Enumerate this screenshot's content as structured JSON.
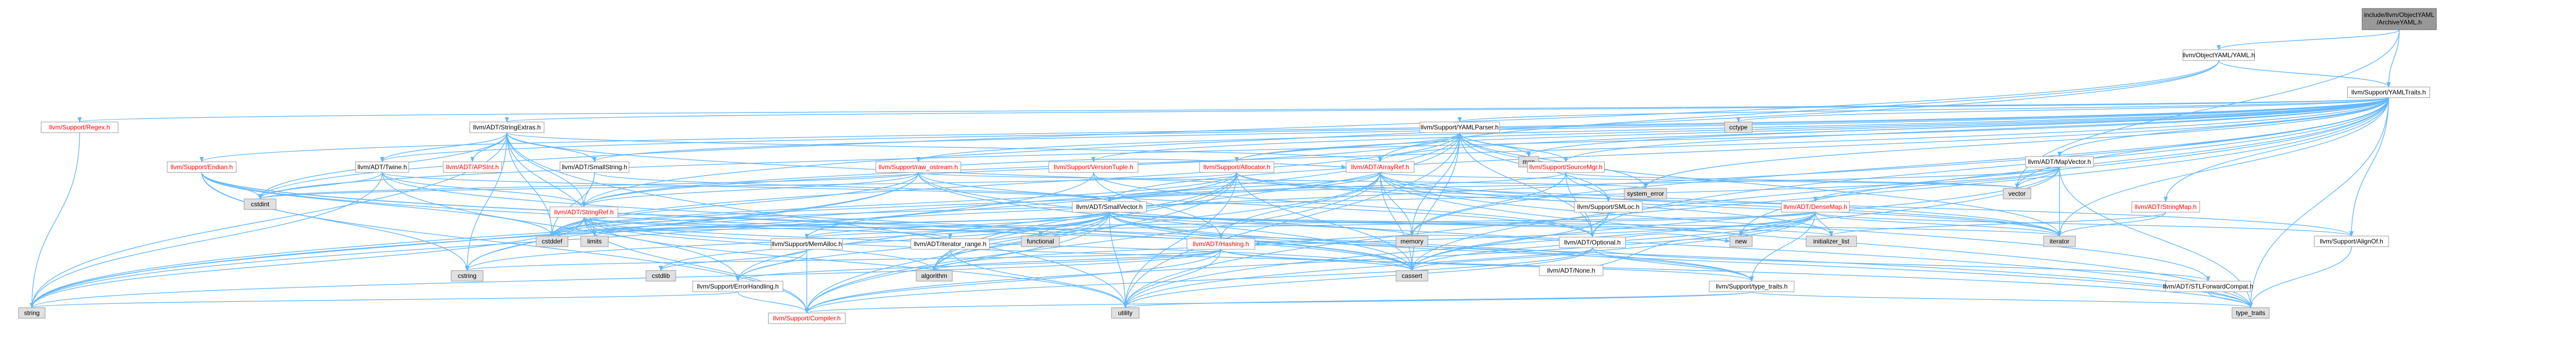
{
  "graph": {
    "colors": {
      "edge": "#63b8ff",
      "node_fill": "#ffffff",
      "node_stroke": "#999999",
      "highlight_fill": "#999999",
      "highlight_stroke": "#666666",
      "gray_fill": "#e0e0e0",
      "gray_stroke": "#999999",
      "text": "#000000",
      "red_text": "#ff0000"
    },
    "nodes": [
      {
        "id": "root",
        "label": "include/llvm/ObjectYAML/ArchiveYAML.h",
        "style": "highlight"
      },
      {
        "id": "objyaml",
        "label": "llvm/ObjectYAML/YAML.h",
        "style": "normal"
      },
      {
        "id": "yamltraits",
        "label": "llvm/Support/YAMLTraits.h",
        "style": "normal"
      },
      {
        "id": "regex",
        "label": "llvm/Support/Regex.h",
        "style": "red"
      },
      {
        "id": "strextras",
        "label": "llvm/ADT/StringExtras.h",
        "style": "normal"
      },
      {
        "id": "yamlparser",
        "label": "llvm/Support/YAMLParser.h",
        "style": "normal"
      },
      {
        "id": "cctype",
        "label": "cctype",
        "style": "gray"
      },
      {
        "id": "map",
        "label": "map",
        "style": "gray"
      },
      {
        "id": "mapvector",
        "label": "llvm/ADT/MapVector.h",
        "style": "normal"
      },
      {
        "id": "endian",
        "label": "llvm/Support/Endian.h",
        "style": "red"
      },
      {
        "id": "twine",
        "label": "llvm/ADT/Twine.h",
        "style": "normal"
      },
      {
        "id": "apsint",
        "label": "llvm/ADT/APSInt.h",
        "style": "red"
      },
      {
        "id": "smallstring",
        "label": "llvm/ADT/SmallString.h",
        "style": "normal"
      },
      {
        "id": "arrayref",
        "label": "llvm/ADT/ArrayRef.h",
        "style": "red"
      },
      {
        "id": "rawostream",
        "label": "llvm/Support/raw_ostream.h",
        "style": "red"
      },
      {
        "id": "versiontuple",
        "label": "llvm/Support/VersionTuple.h",
        "style": "red"
      },
      {
        "id": "allocator",
        "label": "llvm/Support/Allocator.h",
        "style": "red"
      },
      {
        "id": "sourcemgr",
        "label": "llvm/Support/SourceMgr.h",
        "style": "red"
      },
      {
        "id": "systemerror",
        "label": "system_error",
        "style": "gray"
      },
      {
        "id": "vector",
        "label": "vector",
        "style": "gray"
      },
      {
        "id": "densemap",
        "label": "llvm/ADT/DenseMap.h",
        "style": "red"
      },
      {
        "id": "stringmap",
        "label": "llvm/ADT/StringMap.h",
        "style": "red"
      },
      {
        "id": "cstdint",
        "label": "cstdint",
        "style": "gray"
      },
      {
        "id": "stringref",
        "label": "llvm/ADT/StringRef.h",
        "style": "red"
      },
      {
        "id": "smallvector",
        "label": "llvm/ADT/SmallVector.h",
        "style": "normal"
      },
      {
        "id": "smloc",
        "label": "llvm/Support/SMLoc.h",
        "style": "normal"
      },
      {
        "id": "optional",
        "label": "llvm/ADT/Optional.h",
        "style": "normal"
      },
      {
        "id": "limits",
        "label": "limits",
        "style": "gray"
      },
      {
        "id": "cstddef",
        "label": "cstddef",
        "style": "gray"
      },
      {
        "id": "memalloc",
        "label": "llvm/Support/MemAlloc.h",
        "style": "normal"
      },
      {
        "id": "iterrange",
        "label": "llvm/ADT/iterator_range.h",
        "style": "normal"
      },
      {
        "id": "functional",
        "label": "functional",
        "style": "gray"
      },
      {
        "id": "hashing",
        "label": "llvm/ADT/Hashing.h",
        "style": "red"
      },
      {
        "id": "memory",
        "label": "memory",
        "style": "gray"
      },
      {
        "id": "adtnone",
        "label": "llvm/ADT/None.h",
        "style": "normal"
      },
      {
        "id": "new",
        "label": "new",
        "style": "gray"
      },
      {
        "id": "initlist",
        "label": "initializer_list",
        "style": "gray"
      },
      {
        "id": "iterator",
        "label": "iterator",
        "style": "gray"
      },
      {
        "id": "alignof",
        "label": "llvm/Support/AlignOf.h",
        "style": "normal"
      },
      {
        "id": "cstring",
        "label": "cstring",
        "style": "gray"
      },
      {
        "id": "cstdlib",
        "label": "cstdlib",
        "style": "gray"
      },
      {
        "id": "algorithm",
        "label": "algorithm",
        "style": "gray"
      },
      {
        "id": "cassert",
        "label": "cassert",
        "style": "gray"
      },
      {
        "id": "typetraitsllvm",
        "label": "llvm/Support/type_traits.h",
        "style": "normal"
      },
      {
        "id": "stlfwd",
        "label": "llvm/ADT/STLForwardCompat.h",
        "style": "normal"
      },
      {
        "id": "errorhandling",
        "label": "llvm/Support/ErrorHandling.h",
        "style": "normal"
      },
      {
        "id": "string",
        "label": "string",
        "style": "gray"
      },
      {
        "id": "compiler",
        "label": "llvm/Support/Compiler.h",
        "style": "red"
      },
      {
        "id": "utility",
        "label": "utility",
        "style": "gray"
      },
      {
        "id": "typetraits",
        "label": "type_traits",
        "style": "gray"
      }
    ],
    "edges": [
      [
        "root",
        "objyaml"
      ],
      [
        "root",
        "yamltraits"
      ],
      [
        "root",
        "vector"
      ],
      [
        "objyaml",
        "yamltraits"
      ],
      [
        "objyaml",
        "stringref"
      ],
      [
        "objyaml",
        "arrayref"
      ],
      [
        "objyaml",
        "cstdint"
      ],
      [
        "yamltraits",
        "regex"
      ],
      [
        "yamltraits",
        "strextras"
      ],
      [
        "yamltraits",
        "yamlparser"
      ],
      [
        "yamltraits",
        "cctype"
      ],
      [
        "yamltraits",
        "map"
      ],
      [
        "yamltraits",
        "mapvector"
      ],
      [
        "yamltraits",
        "endian"
      ],
      [
        "yamltraits",
        "twine"
      ],
      [
        "yamltraits",
        "smallstring"
      ],
      [
        "yamltraits",
        "rawostream"
      ],
      [
        "yamltraits",
        "versiontuple"
      ],
      [
        "yamltraits",
        "allocator"
      ],
      [
        "yamltraits",
        "sourcemgr"
      ],
      [
        "yamltraits",
        "systemerror"
      ],
      [
        "yamltraits",
        "vector"
      ],
      [
        "yamltraits",
        "stringmap"
      ],
      [
        "yamltraits",
        "cstdint"
      ],
      [
        "yamltraits",
        "stringref"
      ],
      [
        "yamltraits",
        "smallvector"
      ],
      [
        "yamltraits",
        "optional"
      ],
      [
        "yamltraits",
        "memory"
      ],
      [
        "yamltraits",
        "new"
      ],
      [
        "yamltraits",
        "iterator"
      ],
      [
        "yamltraits",
        "alignof"
      ],
      [
        "yamltraits",
        "cassert"
      ],
      [
        "yamltraits",
        "string"
      ],
      [
        "yamltraits",
        "typetraits"
      ],
      [
        "yamltraits",
        "utility"
      ],
      [
        "yamltraits",
        "arrayref"
      ],
      [
        "regex",
        "string"
      ],
      [
        "strextras",
        "apsint"
      ],
      [
        "strextras",
        "arrayref"
      ],
      [
        "strextras",
        "smallstring"
      ],
      [
        "strextras",
        "stringref"
      ],
      [
        "strextras",
        "twine"
      ],
      [
        "strextras",
        "cstdint"
      ],
      [
        "strextras",
        "cstddef"
      ],
      [
        "strextras",
        "cstring"
      ],
      [
        "strextras",
        "iterator"
      ],
      [
        "strextras",
        "string"
      ],
      [
        "strextras",
        "utility"
      ],
      [
        "strextras",
        "limits"
      ],
      [
        "yamlparser",
        "smloc"
      ],
      [
        "yamlparser",
        "sourcemgr"
      ],
      [
        "yamlparser",
        "stringref"
      ],
      [
        "yamlparser",
        "allocator"
      ],
      [
        "yamlparser",
        "map"
      ],
      [
        "yamlparser",
        "optional"
      ],
      [
        "yamlparser",
        "systemerror"
      ],
      [
        "yamlparser",
        "iterator"
      ],
      [
        "yamlparser",
        "memory"
      ],
      [
        "yamlparser",
        "cstddef"
      ],
      [
        "yamlparser",
        "string"
      ],
      [
        "yamlparser",
        "utility"
      ],
      [
        "yamlparser",
        "algorithm"
      ],
      [
        "yamlparser",
        "cassert"
      ],
      [
        "mapvector",
        "densemap"
      ],
      [
        "mapvector",
        "smallvector"
      ],
      [
        "mapvector",
        "vector"
      ],
      [
        "mapvector",
        "iterator"
      ],
      [
        "mapvector",
        "cassert"
      ],
      [
        "mapvector",
        "utility"
      ],
      [
        "mapvector",
        "cstddef"
      ],
      [
        "mapvector",
        "typetraits"
      ],
      [
        "endian",
        "compiler"
      ],
      [
        "endian",
        "cassert"
      ],
      [
        "endian",
        "cstddef"
      ],
      [
        "endian",
        "cstdint"
      ],
      [
        "endian",
        "cstring"
      ],
      [
        "endian",
        "typetraits"
      ],
      [
        "endian",
        "typetraitsllvm"
      ],
      [
        "twine",
        "smallvector"
      ],
      [
        "twine",
        "stringref"
      ],
      [
        "twine",
        "errorhandling"
      ],
      [
        "twine",
        "cassert"
      ],
      [
        "twine",
        "cstdint"
      ],
      [
        "twine",
        "string"
      ],
      [
        "smallstring",
        "smallvector"
      ],
      [
        "smallstring",
        "stringref"
      ],
      [
        "smallstring",
        "cstddef"
      ],
      [
        "arrayref",
        "hashing"
      ],
      [
        "arrayref",
        "none"
      ],
      [
        "arrayref",
        "smallvector"
      ],
      [
        "arrayref",
        "stlfwd"
      ],
      [
        "arrayref",
        "compiler"
      ],
      [
        "arrayref",
        "algorithm"
      ],
      [
        "arrayref",
        "cassert"
      ],
      [
        "arrayref",
        "cstddef"
      ],
      [
        "arrayref",
        "initlist"
      ],
      [
        "arrayref",
        "iterator"
      ],
      [
        "arrayref",
        "memory"
      ],
      [
        "arrayref",
        "typetraits"
      ],
      [
        "arrayref",
        "vector"
      ],
      [
        "rawostream",
        "arrayref"
      ],
      [
        "rawostream",
        "stringref"
      ],
      [
        "rawostream",
        "optional"
      ],
      [
        "rawostream",
        "cassert"
      ],
      [
        "rawostream",
        "cstddef"
      ],
      [
        "rawostream",
        "cstdint"
      ],
      [
        "rawostream",
        "cstring"
      ],
      [
        "rawostream",
        "string"
      ],
      [
        "rawostream",
        "systemerror"
      ],
      [
        "rawostream",
        "typetraits"
      ],
      [
        "versiontuple",
        "hashing"
      ],
      [
        "versiontuple",
        "optional"
      ],
      [
        "versiontuple",
        "string"
      ],
      [
        "versiontuple",
        "tuple"
      ],
      [
        "allocator",
        "alignof"
      ],
      [
        "allocator",
        "compiler"
      ],
      [
        "allocator",
        "errorhandling"
      ],
      [
        "allocator",
        "memalloc"
      ],
      [
        "allocator",
        "algorithm"
      ],
      [
        "allocator",
        "cassert"
      ],
      [
        "allocator",
        "cstddef"
      ],
      [
        "allocator",
        "cstdint"
      ],
      [
        "allocator",
        "iterator"
      ],
      [
        "allocator",
        "utility"
      ],
      [
        "sourcemgr",
        "smloc"
      ],
      [
        "sourcemgr",
        "smallvector"
      ],
      [
        "sourcemgr",
        "optional"
      ],
      [
        "sourcemgr",
        "vector"
      ],
      [
        "sourcemgr",
        "memory"
      ],
      [
        "densemap",
        "new"
      ],
      [
        "densemap",
        "initlist"
      ],
      [
        "densemap",
        "iterator"
      ],
      [
        "densemap",
        "algorithm"
      ],
      [
        "densemap",
        "cassert"
      ],
      [
        "densemap",
        "cstddef"
      ],
      [
        "densemap",
        "utility"
      ],
      [
        "densemap",
        "alignof"
      ],
      [
        "densemap",
        "memalloc"
      ],
      [
        "densemap",
        "compiler"
      ],
      [
        "densemap",
        "typetraitsllvm"
      ],
      [
        "stringmap",
        "iterator"
      ],
      [
        "stringmap",
        "initlist"
      ],
      [
        "stringref",
        "iterrange"
      ],
      [
        "stringref",
        "compiler"
      ],
      [
        "stringref",
        "algorithm"
      ],
      [
        "stringref",
        "cassert"
      ],
      [
        "stringref",
        "cstddef"
      ],
      [
        "stringref",
        "cstring"
      ],
      [
        "stringref",
        "limits"
      ],
      [
        "stringref",
        "string"
      ],
      [
        "stringref",
        "typetraits"
      ],
      [
        "stringref",
        "utility"
      ],
      [
        "stringref",
        "functional"
      ],
      [
        "smallvector",
        "compiler"
      ],
      [
        "smallvector",
        "errorhandling"
      ],
      [
        "smallvector",
        "memalloc"
      ],
      [
        "smallvector",
        "typetraitsllvm"
      ],
      [
        "smallvector",
        "algorithm"
      ],
      [
        "smallvector",
        "cassert"
      ],
      [
        "smallvector",
        "cstddef"
      ],
      [
        "smallvector",
        "cstdlib"
      ],
      [
        "smallvector",
        "cstring"
      ],
      [
        "smallvector",
        "functional"
      ],
      [
        "smallvector",
        "initlist"
      ],
      [
        "smallvector",
        "iterator"
      ],
      [
        "smallvector",
        "limits"
      ],
      [
        "smallvector",
        "memory"
      ],
      [
        "smallvector",
        "new"
      ],
      [
        "smallvector",
        "typetraits"
      ],
      [
        "smallvector",
        "utility"
      ],
      [
        "smloc",
        "optional"
      ],
      [
        "smloc",
        "cassert"
      ],
      [
        "optional",
        "none"
      ],
      [
        "optional",
        "stlfwd"
      ],
      [
        "optional",
        "compiler"
      ],
      [
        "optional",
        "typetraitsllvm"
      ],
      [
        "optional",
        "cassert"
      ],
      [
        "optional",
        "new"
      ],
      [
        "optional",
        "utility"
      ],
      [
        "optional",
        "hashing"
      ],
      [
        "memalloc",
        "compiler"
      ],
      [
        "memalloc",
        "errorhandling"
      ],
      [
        "memalloc",
        "cstdlib"
      ],
      [
        "iterrange",
        "utility"
      ],
      [
        "hashing",
        "errorhandling"
      ],
      [
        "hashing",
        "compiler"
      ],
      [
        "hashing",
        "typetraitsllvm"
      ],
      [
        "hashing",
        "algorithm"
      ],
      [
        "hashing",
        "cassert"
      ],
      [
        "hashing",
        "cstring"
      ],
      [
        "hashing",
        "string"
      ],
      [
        "hashing",
        "utility"
      ],
      [
        "adtnone",
        "new"
      ],
      [
        "alignof",
        "typetraits"
      ],
      [
        "typetraitsllvm",
        "compiler"
      ],
      [
        "typetraitsllvm",
        "typetraits"
      ],
      [
        "typetraitsllvm",
        "utility"
      ],
      [
        "stlfwd",
        "typetraits"
      ],
      [
        "errorhandling",
        "compiler"
      ],
      [
        "errorhandling",
        "string"
      ]
    ]
  }
}
